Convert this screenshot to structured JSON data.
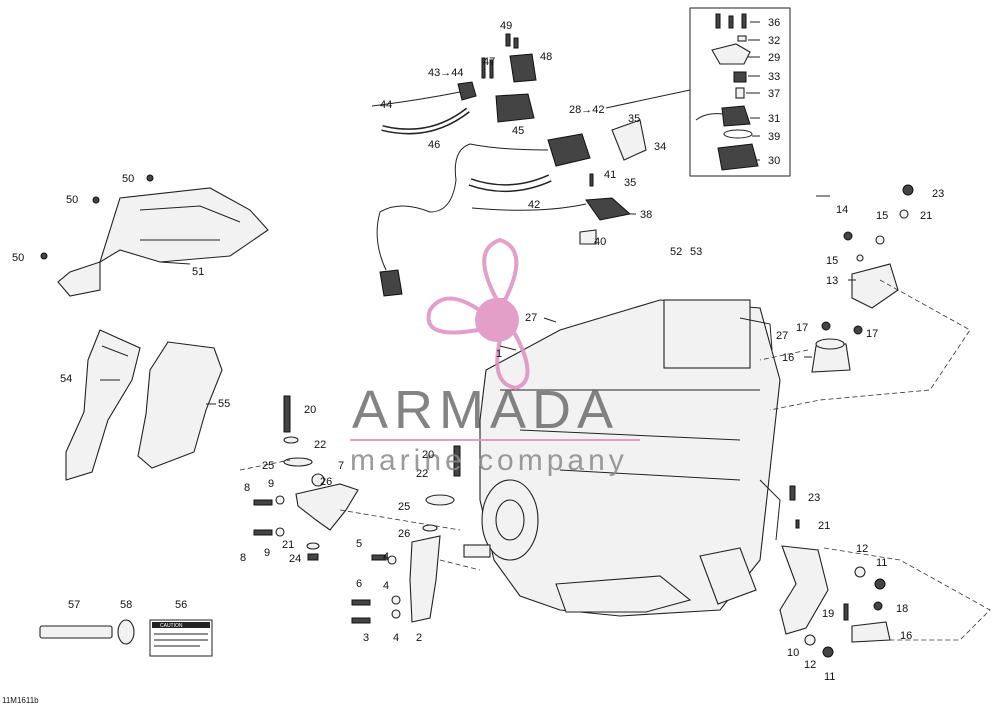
{
  "diagram": {
    "drawing_code": "11M1611b",
    "watermark": {
      "brand": "ARMADA",
      "subtitle": "marine company",
      "accent_color": "#e08fc0"
    },
    "decal_caption": "CAUTION",
    "part_labels": [
      "1",
      "2",
      "3",
      "4",
      "5",
      "6",
      "7",
      "8",
      "9",
      "10",
      "11",
      "12",
      "13",
      "14",
      "15",
      "16",
      "17",
      "18",
      "19",
      "20",
      "21",
      "22",
      "23",
      "24",
      "25",
      "26",
      "27",
      "28→42",
      "29",
      "30",
      "31",
      "32",
      "33",
      "34",
      "35",
      "36",
      "37",
      "38",
      "39",
      "40",
      "41",
      "42",
      "43→44",
      "44",
      "45",
      "46",
      "47",
      "48",
      "49",
      "50",
      "51",
      "52",
      "53",
      "54",
      "55",
      "56",
      "57",
      "58"
    ]
  }
}
